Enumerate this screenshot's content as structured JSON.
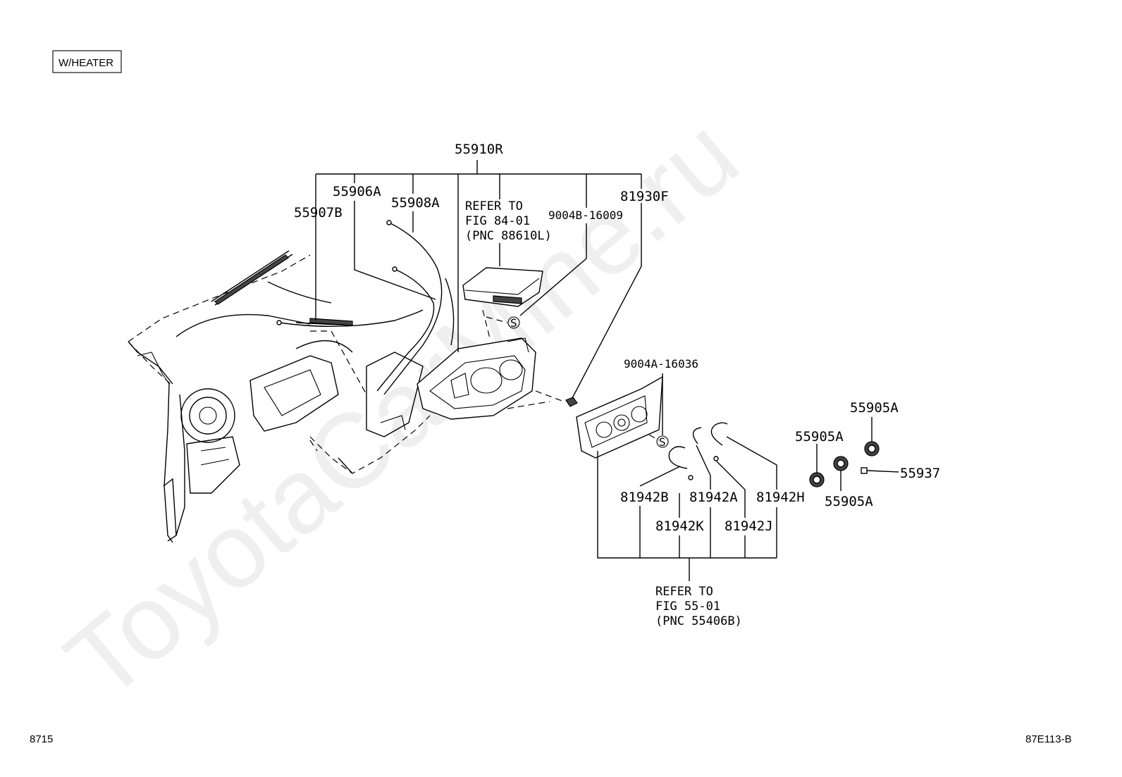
{
  "header_badge": "W/HEATER",
  "footer": {
    "left_code": "8715",
    "right_code": "87E113-B"
  },
  "watermark": "ToyotaCarMine.ru",
  "sealant_symbol": "S",
  "callouts": {
    "p55910R": "55910R",
    "p55906A": "55906A",
    "p55908A": "55908A",
    "p55907B": "55907B",
    "p81930F": "81930F",
    "p9004B": "9004B-16009",
    "p9004A": "9004A-16036",
    "p55905A_top": "55905A",
    "p55905A_mid": "55905A",
    "p55905A_bot": "55905A",
    "p55937": "55937",
    "p81942B": "81942B",
    "p81942A": "81942A",
    "p81942H": "81942H",
    "p81942K": "81942K",
    "p81942J": "81942J"
  },
  "refer_top": [
    "REFER TO",
    "FIG 84-01",
    "(PNC 88610L)"
  ],
  "refer_bottom": [
    "REFER TO",
    "FIG 55-01",
    "(PNC 55406B)"
  ]
}
